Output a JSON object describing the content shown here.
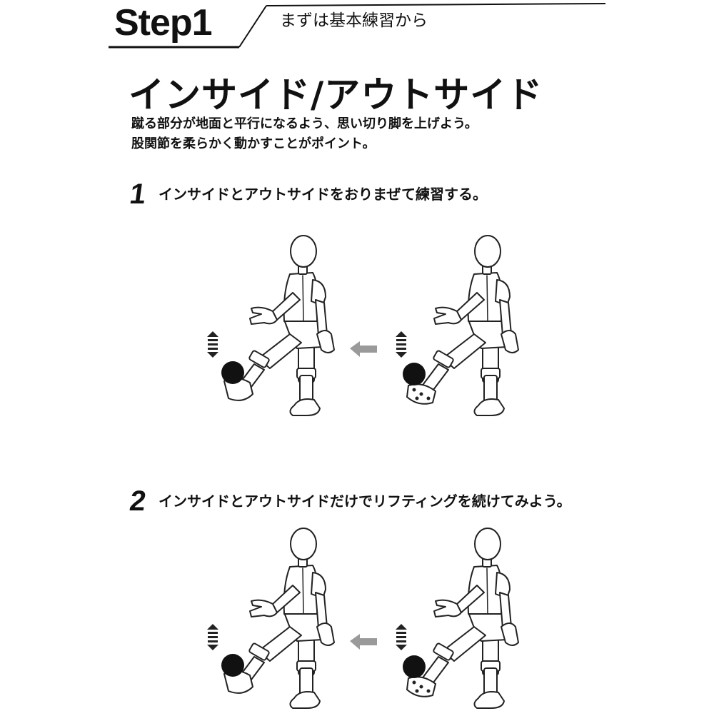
{
  "header": {
    "step_label": "Step1",
    "subtitle": "まずは基本練習から"
  },
  "main": {
    "title": "インサイド/アウトサイド",
    "description": [
      "蹴る部分が地面と平行になるよう、思い切り脚を上げよう。",
      "股関節を柔らかく動かすことがポイント。"
    ]
  },
  "instructions": [
    {
      "number": "1",
      "text": "インサイドとアウトサイドをおりまぜて練習する。"
    },
    {
      "number": "2",
      "text": "インサイドとアウトサイドだけでリフティングを続けてみよう。"
    }
  ],
  "illustration": {
    "ball_color": "#111111",
    "arrow_color": "#9a9a9a",
    "line_color": "#222222",
    "icons": [
      "player-figure",
      "soccer-ball",
      "up-down-arrow-icon",
      "left-arrow-icon"
    ]
  }
}
